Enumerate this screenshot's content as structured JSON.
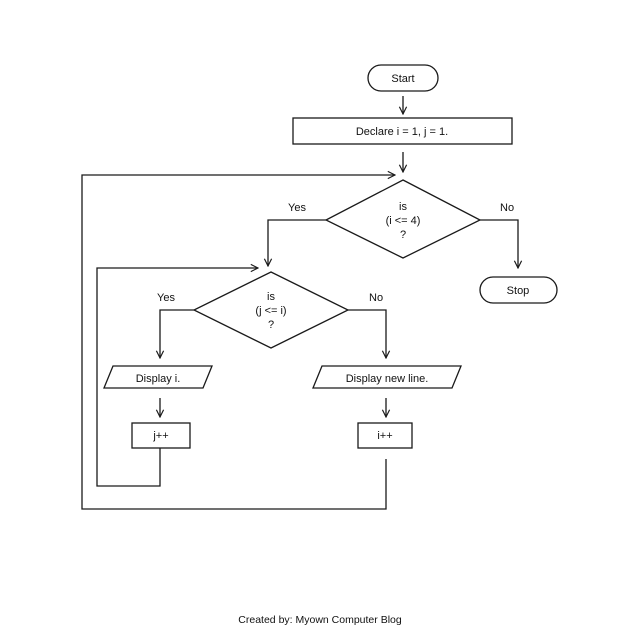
{
  "flowchart": {
    "start": "Start",
    "declare": "Declare i = 1, j = 1.",
    "decision_outer": {
      "line1": "is",
      "line2": "(i <= 4)",
      "line3": "?"
    },
    "decision_inner": {
      "line1": "is",
      "line2": "(j <= i)",
      "line3": "?"
    },
    "outer_yes": "Yes",
    "outer_no": "No",
    "inner_yes": "Yes",
    "inner_no": "No",
    "stop": "Stop",
    "display_i": "Display i.",
    "display_newline": "Display new line.",
    "increment_j": "j++",
    "increment_i": "i++"
  },
  "credit": "Created by: Myown Computer Blog"
}
